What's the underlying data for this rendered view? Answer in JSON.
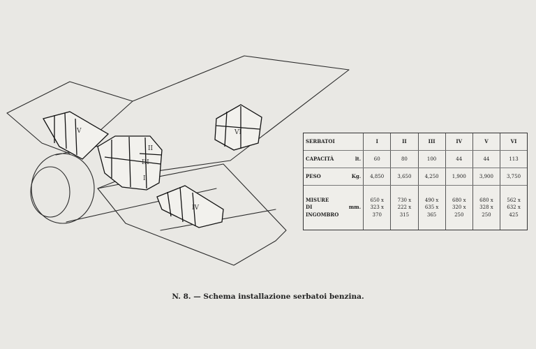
{
  "diagram": {
    "tank_labels": [
      "V",
      "II",
      "III",
      "I",
      "IV",
      "VI"
    ]
  },
  "table": {
    "header": {
      "label": "SERBATOI",
      "columns": [
        "I",
        "II",
        "III",
        "IV",
        "V",
        "VI"
      ]
    },
    "capacity": {
      "label": "CAPACITÀ",
      "unit": "lt.",
      "values": [
        "60",
        "80",
        "100",
        "44",
        "44",
        "113"
      ]
    },
    "weight": {
      "label": "PESO",
      "unit": "Kg.",
      "values": [
        "4,850",
        "3,650",
        "4,250",
        "1,900",
        "3,900",
        "3,750"
      ]
    },
    "dimensions": {
      "label_lines": [
        "MISURE",
        "DI",
        "INGOMBRO"
      ],
      "unit": "mm.",
      "values": [
        [
          "650 x",
          "323 x",
          "370"
        ],
        [
          "730 x",
          "222 x",
          "315"
        ],
        [
          "490 x",
          "635 x",
          "365"
        ],
        [
          "680 x",
          "320 x",
          "250"
        ],
        [
          "680 x",
          "328 x",
          "250"
        ],
        [
          "562 x",
          "632 x",
          "425"
        ]
      ]
    }
  },
  "caption": "N. 8. — Schema installazione serbatoi benzina."
}
